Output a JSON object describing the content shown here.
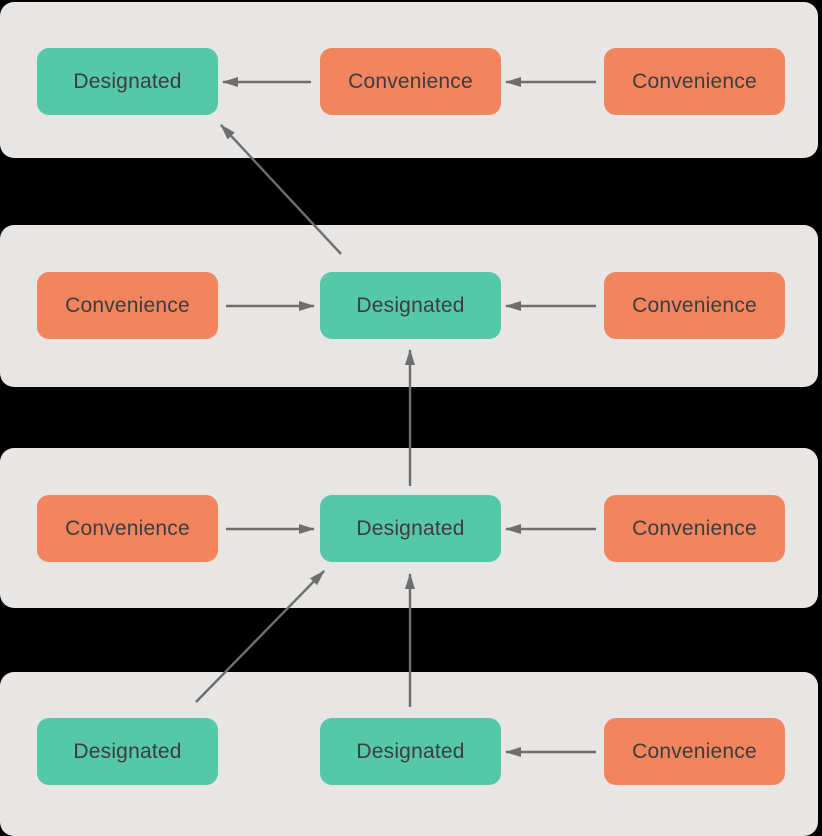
{
  "diagram": {
    "title_visible": false,
    "colors": {
      "background": "#000000",
      "band": "#e7e6e4",
      "designated": "#55c8a8",
      "convenience": "#f2855d",
      "arrow": "#6e6e6e",
      "text": "#3c3c3e"
    },
    "node_types": {
      "designated": "Designated",
      "convenience": "Convenience"
    },
    "rows": [
      {
        "row": 1,
        "nodes": [
          "Designated",
          "Convenience",
          "Convenience"
        ]
      },
      {
        "row": 2,
        "nodes": [
          "Convenience",
          "Designated",
          "Convenience"
        ]
      },
      {
        "row": 3,
        "nodes": [
          "Convenience",
          "Designated",
          "Convenience"
        ]
      },
      {
        "row": 4,
        "nodes": [
          "Designated",
          "Designated",
          "Convenience"
        ]
      }
    ],
    "nodes": [
      {
        "id": "r1-designated-left",
        "row": 1,
        "col": 1,
        "type": "designated",
        "label": "Designated"
      },
      {
        "id": "r1-convenience-middle",
        "row": 1,
        "col": 2,
        "type": "convenience",
        "label": "Convenience"
      },
      {
        "id": "r1-convenience-right",
        "row": 1,
        "col": 3,
        "type": "convenience",
        "label": "Convenience"
      },
      {
        "id": "r2-convenience-left",
        "row": 2,
        "col": 1,
        "type": "convenience",
        "label": "Convenience"
      },
      {
        "id": "r2-designated-middle",
        "row": 2,
        "col": 2,
        "type": "designated",
        "label": "Designated"
      },
      {
        "id": "r2-convenience-right",
        "row": 2,
        "col": 3,
        "type": "convenience",
        "label": "Convenience"
      },
      {
        "id": "r3-convenience-left",
        "row": 3,
        "col": 1,
        "type": "convenience",
        "label": "Convenience"
      },
      {
        "id": "r3-designated-middle",
        "row": 3,
        "col": 2,
        "type": "designated",
        "label": "Designated"
      },
      {
        "id": "r3-convenience-right",
        "row": 3,
        "col": 3,
        "type": "convenience",
        "label": "Convenience"
      },
      {
        "id": "r4-designated-left",
        "row": 4,
        "col": 1,
        "type": "designated",
        "label": "Designated"
      },
      {
        "id": "r4-designated-middle",
        "row": 4,
        "col": 2,
        "type": "designated",
        "label": "Designated"
      },
      {
        "id": "r4-convenience-right",
        "row": 4,
        "col": 3,
        "type": "convenience",
        "label": "Convenience"
      }
    ],
    "edges": [
      {
        "from": "r1-convenience-right",
        "to": "r1-convenience-middle"
      },
      {
        "from": "r1-convenience-middle",
        "to": "r1-designated-left"
      },
      {
        "from": "r2-designated-middle",
        "to": "r1-designated-left"
      },
      {
        "from": "r2-convenience-left",
        "to": "r2-designated-middle"
      },
      {
        "from": "r2-convenience-right",
        "to": "r2-designated-middle"
      },
      {
        "from": "r3-designated-middle",
        "to": "r2-designated-middle"
      },
      {
        "from": "r3-convenience-left",
        "to": "r3-designated-middle"
      },
      {
        "from": "r3-convenience-right",
        "to": "r3-designated-middle"
      },
      {
        "from": "r4-designated-left",
        "to": "r3-designated-middle"
      },
      {
        "from": "r4-designated-middle",
        "to": "r3-designated-middle"
      },
      {
        "from": "r4-convenience-right",
        "to": "r4-designated-middle"
      }
    ]
  }
}
